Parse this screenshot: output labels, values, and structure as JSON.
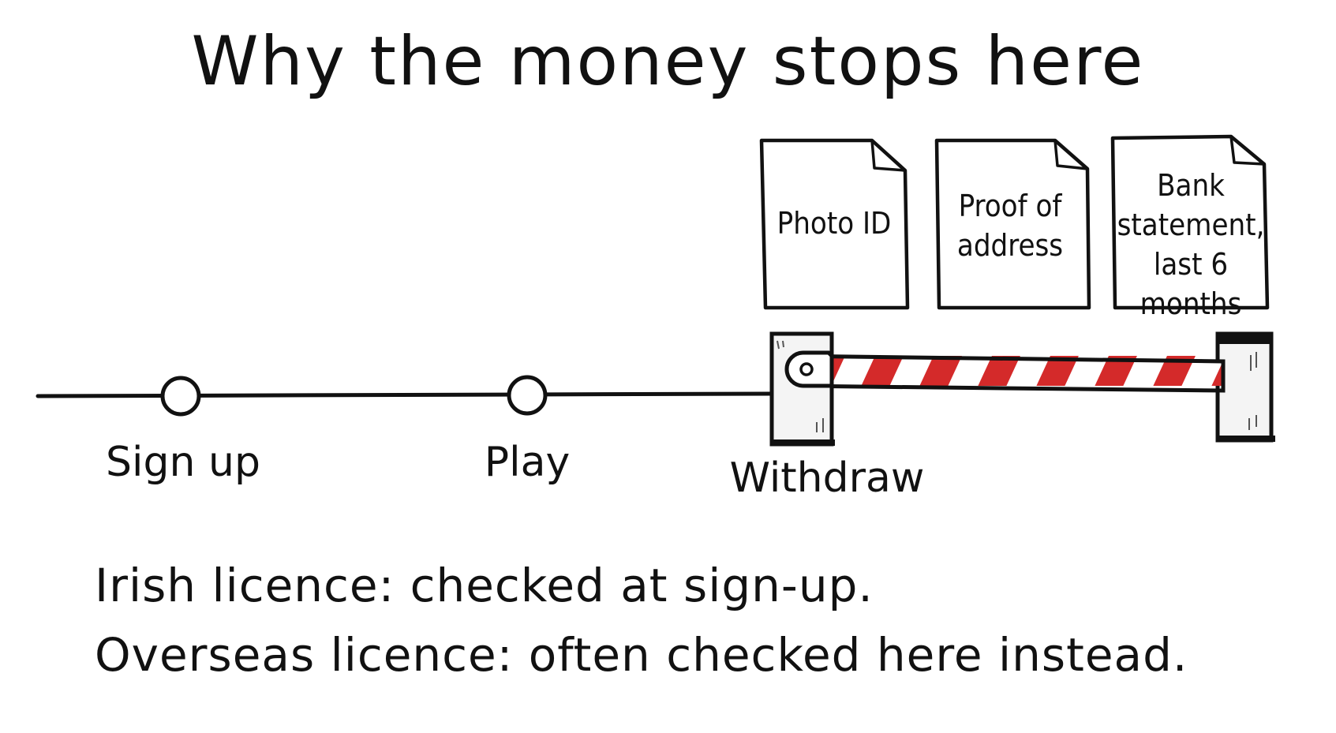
{
  "title": "Why the money stops here",
  "timeline": {
    "steps": [
      {
        "label": "Sign up"
      },
      {
        "label": "Play"
      },
      {
        "label": "Withdraw"
      }
    ]
  },
  "documents": [
    {
      "label": "Photo ID"
    },
    {
      "label": "Proof of\naddress"
    },
    {
      "label": "Bank\nstatement,\nlast 6 months"
    }
  ],
  "barrier": {
    "stripe_color": "#d42a2a",
    "frame_color": "#111111"
  },
  "notes": [
    "Irish licence: checked at sign-up.",
    "Overseas licence: often checked here instead."
  ]
}
